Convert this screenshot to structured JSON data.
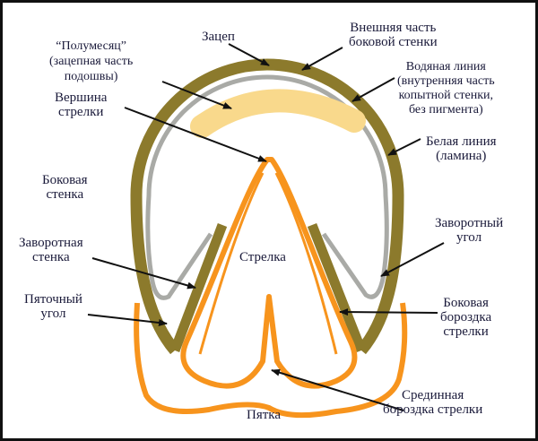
{
  "colors": {
    "wall": "#8c7a2c",
    "white_line": "#a9aaa6",
    "sole": "#f9d98c",
    "frog": "#f7941d",
    "text": "#1a1a3a",
    "arrow": "#111111"
  },
  "labels": {
    "toe": [
      "Зацеп"
    ],
    "crescent": [
      "“Полумесяц”",
      "(зацепная часть",
      "подошвы)"
    ],
    "frog_apex": [
      "Вершина",
      "стрелки"
    ],
    "side_wall": [
      "Боковая",
      "стенка"
    ],
    "bar_wall": [
      "Заворотная",
      "стенка"
    ],
    "heel_angle": [
      "Пяточный",
      "угол"
    ],
    "outer_wall": [
      "Внешняя часть",
      "боковой стенки"
    ],
    "water_line": [
      "Водяная линия",
      "(внутренняя часть",
      "копытной стенки,",
      "без пигмента)"
    ],
    "white_line": [
      "Белая линия",
      "(ламина)"
    ],
    "bar_angle": [
      "Заворотный",
      "угол"
    ],
    "frog": [
      "Стрелка"
    ],
    "lateral_groove": [
      "Боковая",
      "бороздка",
      "стрелки"
    ],
    "central_groove": [
      "Срединная",
      "бороздка стрелки"
    ],
    "heel": [
      "Пятка"
    ]
  }
}
